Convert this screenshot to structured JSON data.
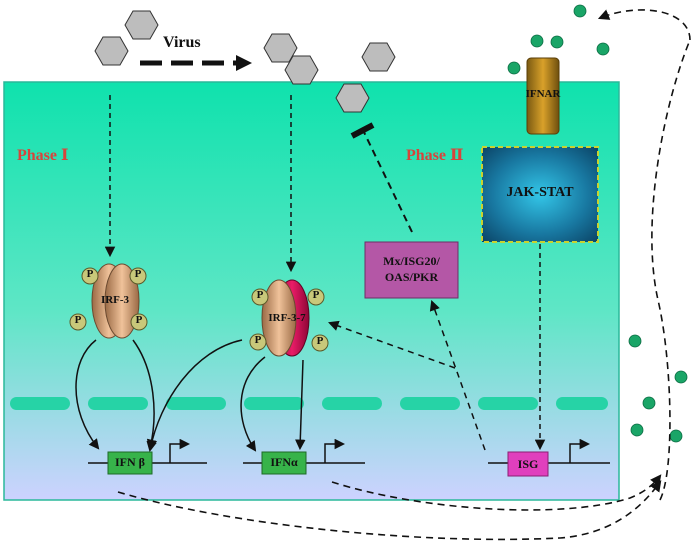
{
  "labels": {
    "virus": "Virus",
    "phase_1": "Phase  Ⅰ",
    "phase_2": "Phase Ⅱ",
    "ifnar": "IFNAR",
    "jak_stat": "JAK-STAT",
    "mx_line1": "Mx/ISG20/",
    "mx_line2": "OAS/PKR",
    "irf3": "IRF-3",
    "irf37": "IRF-3-7",
    "phospho": "P",
    "ifn_beta": "IFN β",
    "ifn_alpha": "IFNα",
    "isg": "ISG"
  },
  "colors": {
    "cell_top": "#0fe2ad",
    "cell_bottom": "#cdd2ff",
    "cell_border": "#2ab89a",
    "phase_text": "#d8443c",
    "virus_fill": "#bdbdbd",
    "ifnar_fill": "#c58a1e",
    "jak_fill": "#1c7fa0",
    "mx_fill": "#b457a6",
    "gene_fill": "#37b34a",
    "isg_fill": "#e03fbd",
    "ifn_dot": "#1aa567",
    "membrane_dash": "#26d3a6",
    "irf_body": "#c8946a",
    "irf7_fill": "#d10c57",
    "p_fill": "#c8c87a"
  }
}
